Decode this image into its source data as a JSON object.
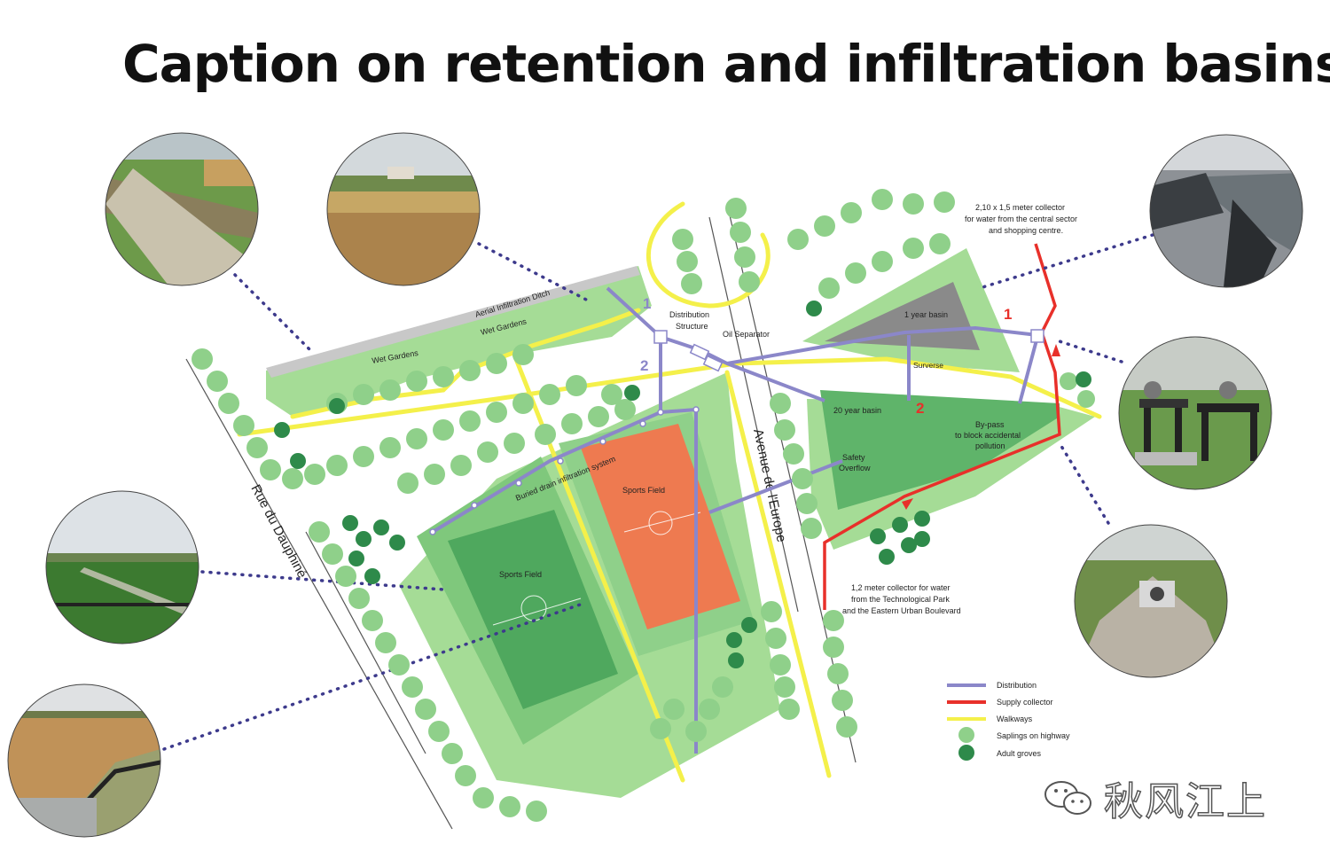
{
  "title": "Caption on retention and infiltration basins",
  "labels": {
    "aerial_ditch": "Aerial Infiltration Ditch",
    "wet_gardens_1": "Wet Gardens",
    "wet_gardens_2": "Wet Gardens",
    "distribution_structure_1": "Distribution",
    "distribution_structure_2": "Structure",
    "oil_separator": "Oil Separator",
    "one_year_basin": "1 year basin",
    "surverse": "Surverse",
    "twenty_year_basin": "20 year basin",
    "bypass_1": "By-pass",
    "bypass_2": "to block accidental",
    "bypass_3": "pollution",
    "safety_overflow_1": "Safety",
    "safety_overflow_2": "Overflow",
    "buried_drain": "Buried drain infiltration system",
    "sports_field_orange": "Sports Field",
    "sports_field_green": "Sports Field",
    "rue_dauphine": "Rue du Dauphiné",
    "avenue_europe": "Avenue de l'Europe",
    "collector_top_1": "2,10 x 1,5 meter collector",
    "collector_top_2": "for water from the central sector",
    "collector_top_3": "and shopping centre.",
    "collector_bottom_1": "1,2 meter collector for water",
    "collector_bottom_2": "from the Technological Park",
    "collector_bottom_3": "and the Eastern Urban Boulevard",
    "marker_1_blue": "1",
    "marker_2_blue": "2",
    "marker_1_red": "1",
    "marker_2_red": "2"
  },
  "legend": [
    {
      "label": "Distribution",
      "kind": "line",
      "color": "#8b87c9"
    },
    {
      "label": "Supply collector",
      "kind": "line",
      "color": "#e8302a"
    },
    {
      "label": "Walkways",
      "kind": "line",
      "color": "#f4f04a"
    },
    {
      "label": "Saplings on highway",
      "kind": "dot",
      "color": "#8fd08a"
    },
    {
      "label": "Adult groves",
      "kind": "dot",
      "color": "#2e8a4a"
    }
  ],
  "photos": [
    {
      "name": "photo-gravel-path"
    },
    {
      "name": "photo-wet-garden"
    },
    {
      "name": "photo-sports-field"
    },
    {
      "name": "photo-ploughed-field"
    },
    {
      "name": "photo-concrete-basin"
    },
    {
      "name": "photo-valve-equipment"
    },
    {
      "name": "photo-culvert-outlet"
    }
  ],
  "colors": {
    "distribution": "#8b87c9",
    "supply": "#e8302a",
    "walkway": "#f4f04a",
    "sapling": "#8fd08a",
    "grove": "#2e8a4a",
    "green_area": "#a5dc96",
    "dark_green": "#5fb46a",
    "sports_orange": "#ee7a50",
    "basin_grey": "#8a8a8a"
  },
  "watermark": "秋风江上"
}
